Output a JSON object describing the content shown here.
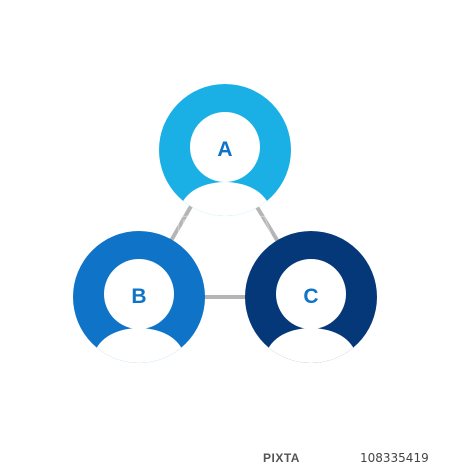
{
  "diagram": {
    "nodes": [
      {
        "id": "A",
        "label": "A",
        "color": "#1ab0e6"
      },
      {
        "id": "B",
        "label": "B",
        "color": "#0f73c8"
      },
      {
        "id": "C",
        "label": "C",
        "color": "#053878"
      }
    ],
    "edges": [
      [
        "A",
        "B"
      ],
      [
        "A",
        "C"
      ],
      [
        "B",
        "C"
      ]
    ],
    "edge_color": "#b5b5b5",
    "label_color": "#0f73c8"
  },
  "watermark": {
    "text": "PIXTA"
  },
  "footer": {
    "logo": "PIXTA",
    "image_id": "108335419"
  }
}
